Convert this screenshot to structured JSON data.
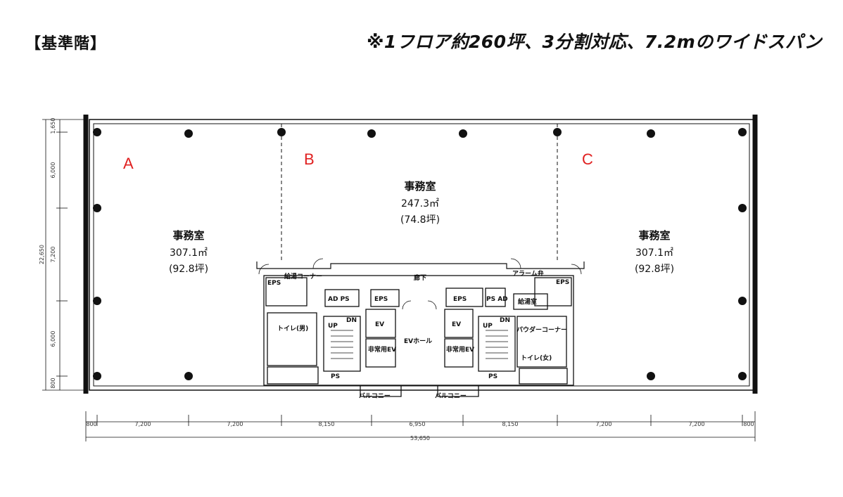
{
  "header": {
    "title": "【基準階】",
    "subtitle": "※1フロア約260坪、3分割対応、7.2mのワイドスパン"
  },
  "zones": {
    "a": "A",
    "b": "B",
    "c": "C"
  },
  "rooms": {
    "a": {
      "name": "事務室",
      "area_m2": "307.1㎡",
      "area_tsubo": "(92.8坪)"
    },
    "b": {
      "name": "事務室",
      "area_m2": "247.3㎡",
      "area_tsubo": "(74.8坪)"
    },
    "c": {
      "name": "事務室",
      "area_m2": "307.1㎡",
      "area_tsubo": "(92.8坪)"
    }
  },
  "core_labels": {
    "corridor": "廊下",
    "ev_hall": "EVホール",
    "balcony_left": "バルコニー",
    "balcony_right": "バルコニー",
    "ev_left": "EV",
    "ev_right": "EV",
    "eps_left": "EPS",
    "eps_right": "EPS",
    "eps_far_left": "EPS",
    "eps_far_right": "EPS",
    "ad_ps_left": "AD PS",
    "ps_ad_right": "PS AD",
    "toilet_left": "トイレ(男)",
    "toilet_right": "トイレ(女)",
    "powder_corner": "パウダーコーナー",
    "kitchen_corner": "給湯コーナー",
    "alarm_valve": "アラーム弁",
    "kitchen_room": "給湯室",
    "dn_left": "DN",
    "up_left": "UP",
    "dn_right": "DN",
    "up_right": "UP",
    "ps_left": "PS",
    "ps_right": "PS",
    "emergency_ev_left": "非常用EV",
    "emergency_ev_right": "非常用EV"
  },
  "dimensions": {
    "bottom": [
      "800",
      "7,200",
      "7,200",
      "8,150",
      "6,950",
      "8,150",
      "7,200",
      "7,200",
      "800"
    ],
    "bottom_total": "53,650",
    "left": [
      "1,650",
      "6,000",
      "7,200",
      "6,000",
      "800"
    ],
    "left_total": "22,650"
  }
}
